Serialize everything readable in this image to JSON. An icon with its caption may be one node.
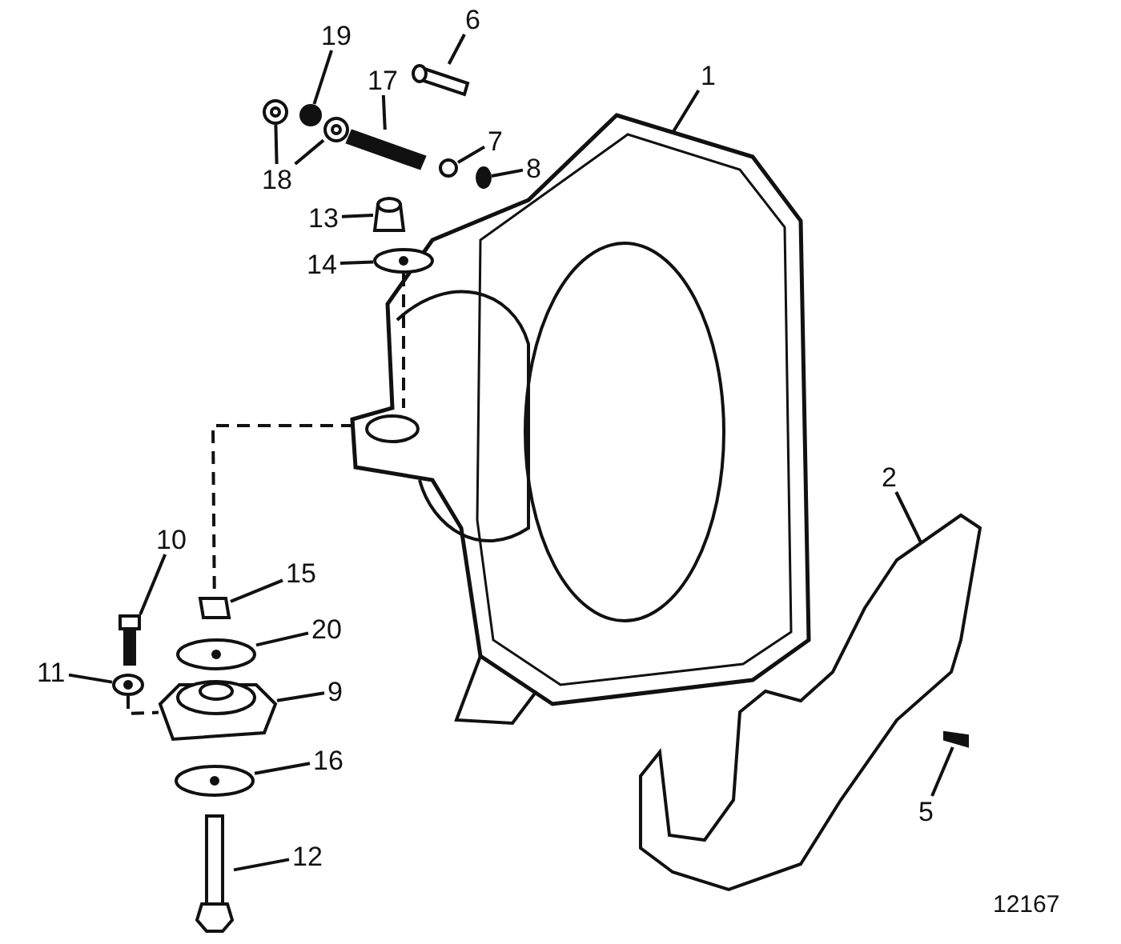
{
  "diagram": {
    "nodes": [
      {
        "text": [
          "6"
        ]
      },
      {
        "text": [
          "19"
        ]
      },
      {
        "text": [
          "1"
        ]
      },
      {
        "text": [
          "17"
        ]
      },
      {
        "text": [
          "7"
        ]
      },
      {
        "text": [
          "8"
        ]
      },
      {
        "text": [
          "18"
        ]
      },
      {
        "text": [
          "13"
        ]
      },
      {
        "text": [
          "14"
        ]
      },
      {
        "text": [
          "2"
        ]
      },
      {
        "text": [
          "10"
        ]
      },
      {
        "text": [
          "15"
        ]
      },
      {
        "text": [
          "20"
        ]
      },
      {
        "text": [
          "11"
        ]
      },
      {
        "text": [
          "9"
        ]
      },
      {
        "text": [
          "16"
        ]
      },
      {
        "text": [
          "5"
        ]
      },
      {
        "text": [
          "12"
        ]
      },
      {
        "text": [],
        "shape": "bar"
      },
      {
        "text": [],
        "shape": "circle"
      },
      {
        "text": [],
        "shape": "picture"
      },
      {
        "text": [],
        "shape": "picture"
      },
      {
        "text": [],
        "shape": "picture"
      },
      {
        "text": [],
        "shape": "circle"
      },
      {
        "text": [],
        "shape": "circle"
      },
      {
        "text": [],
        "shape": "box"
      },
      {
        "text": [],
        "shape": "picture"
      },
      {
        "text": [],
        "shape": "picture"
      },
      {
        "text": [],
        "shape": "picture"
      },
      {
        "text": [],
        "shape": "picture"
      },
      {
        "text": [],
        "shape": "box"
      },
      {
        "text": [],
        "shape": "picture"
      },
      {
        "text": [],
        "shape": "picture"
      },
      {
        "text": [],
        "shape": "picture"
      },
      {
        "text": [],
        "shape": "picture"
      },
      {
        "text": [],
        "shape": "bar"
      },
      {
        "text": [],
        "shape": "picture"
      }
    ],
    "edges": [
      {
        "from": 0,
        "to": 18,
        "arrow": "none"
      },
      {
        "from": 1,
        "to": 19,
        "arrow": "none"
      },
      {
        "from": 2,
        "to": 27,
        "arrow": "none"
      },
      {
        "from": 3,
        "to": 22,
        "arrow": "none"
      },
      {
        "from": 4,
        "to": 23,
        "arrow": "none"
      },
      {
        "from": 5,
        "to": 24,
        "arrow": "none"
      },
      {
        "from": 6,
        "to": 20,
        "arrow": "none"
      },
      {
        "from": 6,
        "to": 21,
        "arrow": "none"
      },
      {
        "from": 7,
        "to": 25,
        "arrow": "none"
      },
      {
        "from": 8,
        "to": 26,
        "arrow": "none"
      },
      {
        "from": 9,
        "to": 28,
        "arrow": "none"
      },
      {
        "from": 10,
        "to": 29,
        "arrow": "none"
      },
      {
        "from": 11,
        "to": 30,
        "arrow": "none"
      },
      {
        "from": 12,
        "to": 31,
        "arrow": "none"
      },
      {
        "from": 13,
        "to": 32,
        "arrow": "none"
      },
      {
        "from": 14,
        "to": 33,
        "arrow": "none"
      },
      {
        "from": 15,
        "to": 34,
        "arrow": "none"
      },
      {
        "from": 16,
        "to": 35,
        "arrow": "none"
      },
      {
        "from": 17,
        "to": 36,
        "arrow": "none"
      },
      {
        "from": 26,
        "to": 27,
        "arrow": "none",
        "style": "dashed"
      },
      {
        "from": 27,
        "to": 30,
        "arrow": "none",
        "style": "dashed"
      },
      {
        "from": 32,
        "to": 33,
        "arrow": "none",
        "style": "dashed"
      }
    ],
    "labels": [
      "12167"
    ]
  }
}
